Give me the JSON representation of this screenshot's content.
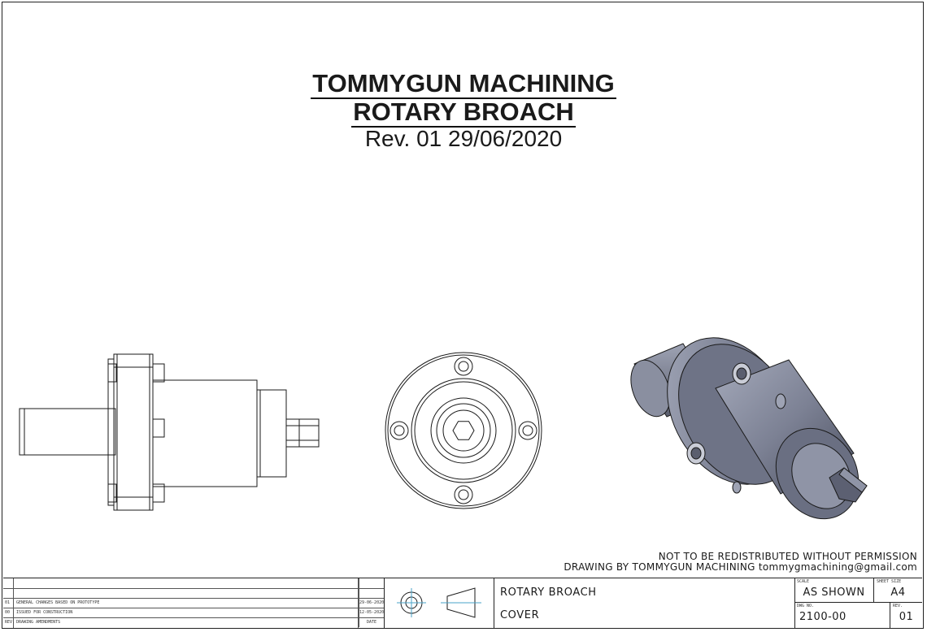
{
  "header": {
    "company": "TOMMYGUN MACHINING",
    "product": "ROTARY BROACH",
    "revision": "Rev. 01 29/06/2020"
  },
  "notices": {
    "line1": "NOT TO BE REDISTRIBUTED WITHOUT PERMISSION",
    "line2": "DRAWING BY TOMMYGUN MACHINING tommygmachining@gmail.com"
  },
  "revision_table": {
    "rows": [
      {
        "num": "",
        "desc": "",
        "date": ""
      },
      {
        "num": "",
        "desc": "",
        "date": ""
      },
      {
        "num": "01",
        "desc": "GENERAL CHANGES BASED ON PROTOTYPE",
        "date": "29-06-2020"
      },
      {
        "num": "00",
        "desc": "ISSUED FOR CONSTRUCTION",
        "date": "12-05-2020"
      },
      {
        "num": "REV.",
        "desc": "DRAWING AMENDMENTS",
        "date": "DATE"
      }
    ]
  },
  "title_block": {
    "drawing_title_line1": "ROTARY BROACH",
    "drawing_title_line2": "COVER",
    "scale_label": "SCALE",
    "scale_value": "AS SHOWN",
    "sheet_size_label": "SHEET SIZE",
    "sheet_size_value": "A4",
    "drawing_no_label": "DWG NO.",
    "drawing_no_value": "2100-00",
    "rev_label": "REV.",
    "rev_value": "01"
  },
  "colors": {
    "line": "#1a1a1a",
    "shaded_body": "#7c8194",
    "shaded_dark": "#4a4e5e",
    "shaded_light": "#b8bccb",
    "centerline": "#4aa3c8"
  }
}
